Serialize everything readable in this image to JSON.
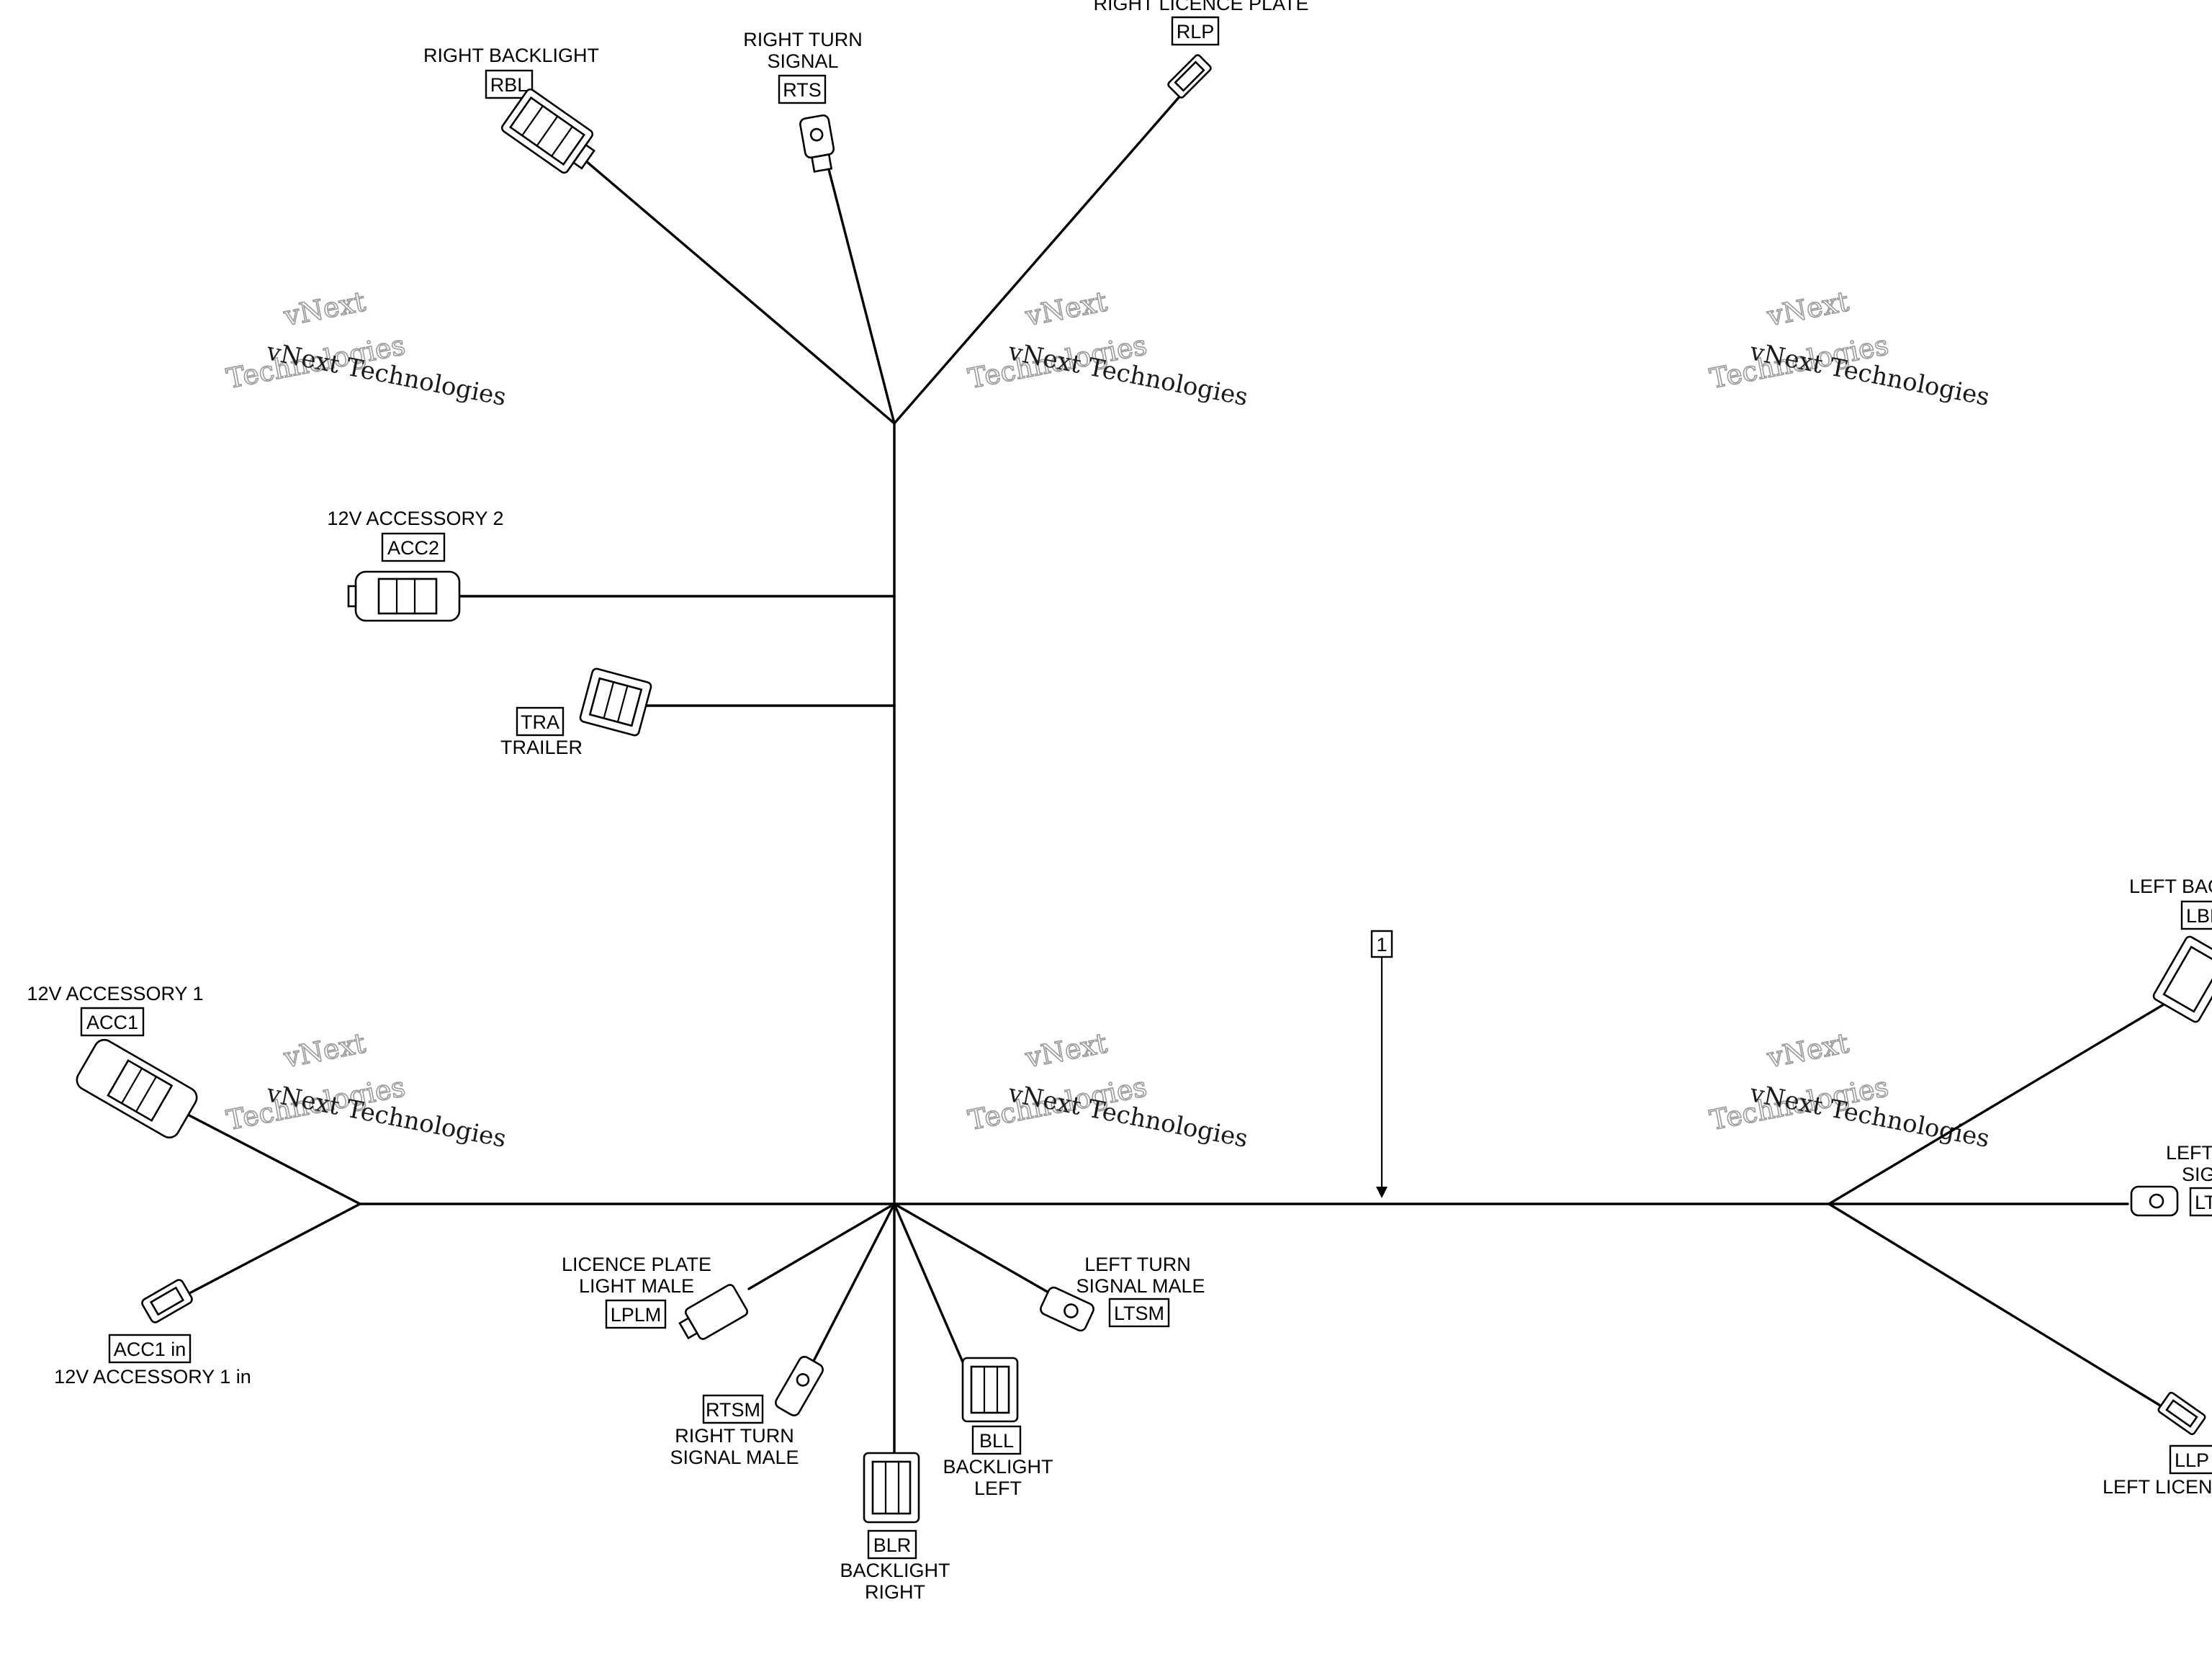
{
  "watermark": {
    "line1": "vNext",
    "line2": "Technologies",
    "line3": "vNext Technologies"
  },
  "item_callout": "1",
  "connectors": {
    "rbl": {
      "code": "RBL",
      "name": [
        "RIGHT BACKLIGHT"
      ]
    },
    "rts": {
      "code": "RTS",
      "name": [
        "RIGHT TURN",
        "SIGNAL"
      ]
    },
    "rlp": {
      "code": "RLP",
      "name": [
        "RIGHT LICENCE PLATE"
      ]
    },
    "acc2": {
      "code": "ACC2",
      "name": [
        "12V ACCESSORY 2"
      ]
    },
    "tra": {
      "code": "TRA",
      "name": [
        "TRAILER"
      ]
    },
    "acc1": {
      "code": "ACC1",
      "name": [
        "12V ACCESSORY 1"
      ]
    },
    "acc1in": {
      "code": "ACC1 in",
      "name": [
        "12V ACCESSORY 1 in"
      ]
    },
    "lplm": {
      "code": "LPLM",
      "name": [
        "LICENCE PLATE",
        "LIGHT MALE"
      ]
    },
    "rtsm": {
      "code": "RTSM",
      "name": [
        "RIGHT TURN",
        "SIGNAL MALE"
      ]
    },
    "blr": {
      "code": "BLR",
      "name": [
        "BACKLIGHT",
        "RIGHT"
      ]
    },
    "bll": {
      "code": "BLL",
      "name": [
        "BACKLIGHT",
        "LEFT"
      ]
    },
    "ltsm": {
      "code": "LTSM",
      "name": [
        "LEFT TURN",
        "SIGNAL MALE"
      ]
    },
    "lbl": {
      "code": "LBL",
      "name": [
        "LEFT BAC"
      ]
    },
    "lts": {
      "code": "LT",
      "name": [
        "LEFT",
        "SIG"
      ]
    },
    "llp": {
      "code": "LLP",
      "name": [
        "LEFT LICENC"
      ]
    }
  }
}
